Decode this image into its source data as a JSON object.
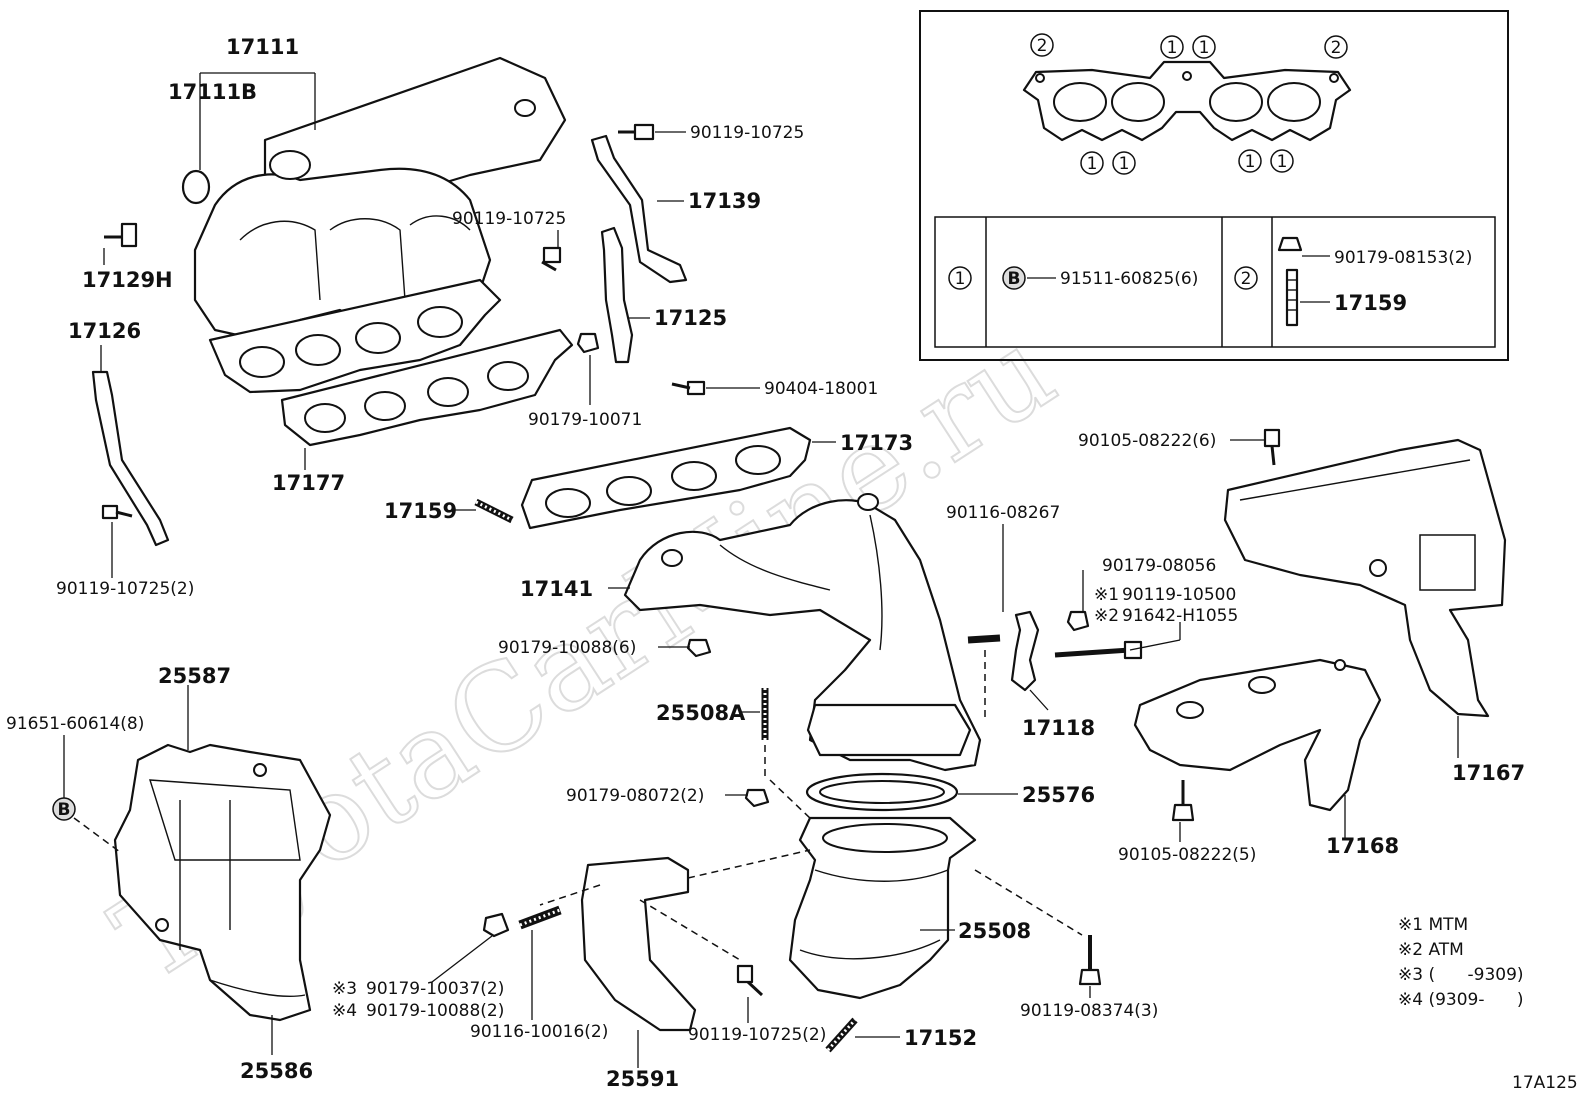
{
  "watermark": "ToyotaCarMine.ru",
  "figure_code": "17A125",
  "parts": {
    "p17111": "17111",
    "p17111B": "17111B",
    "p17129H": "17129H",
    "p17126": "17126",
    "p90119_10725_2": "90119-10725(2)",
    "p17177": "17177",
    "p90119_10725_a": "90119-10725",
    "p17139": "17139",
    "p90119_10725_b": "90119-10725",
    "p17125": "17125",
    "p90179_10071": "90179-10071",
    "p90404_18001": "90404-18001",
    "p17173": "17173",
    "p17159": "17159",
    "p17141": "17141",
    "p90179_10088_6": "90179-10088(6)",
    "p25508A": "25508A",
    "p90179_08072_2": "90179-08072(2)",
    "p25576": "25576",
    "p25508": "25508",
    "p90119_08374_3": "90119-08374(3)",
    "p17152": "17152",
    "p90119_10725_2b": "90119-10725(2)",
    "p25591": "25591",
    "p90116_10016_2": "90116-10016(2)",
    "p90179_10088_2": "90179-10088(2)",
    "p90179_10037_2": "90179-10037(2)",
    "p25587": "25587",
    "p91651_60614_8": "91651-60614(8)",
    "p25586": "25586",
    "p90116_08267": "90116-08267",
    "p17118": "17118",
    "p90179_08056": "90179-08056",
    "p90119_10500": "90119-10500",
    "p91642_H1055": "91642-H1055",
    "p90105_08222_6": "90105-08222(6)",
    "p17167": "17167",
    "p17168": "17168",
    "p90105_08222_5": "90105-08222(5)",
    "note_mark_1": "※1",
    "note_mark_2": "※2",
    "note_mark_3": "※3",
    "note_mark_4": "※4"
  },
  "inset": {
    "circle_1": "1",
    "circle_2": "2",
    "badge_b": "B",
    "p91511_60825_6": "91511-60825(6)",
    "p90179_08153_2": "90179-08153(2)",
    "p17159": "17159"
  },
  "notes": {
    "n1": "※1 MTM",
    "n2": "※2 ATM",
    "n3": "※3 (      -9309)",
    "n4": "※4 (9309-      )"
  }
}
